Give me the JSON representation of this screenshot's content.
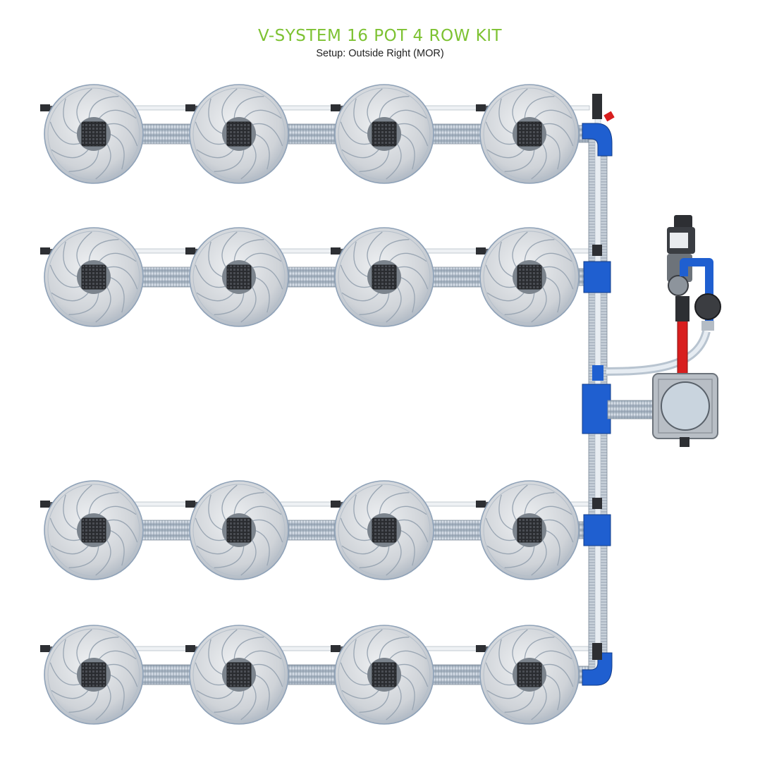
{
  "header": {
    "title": "V-SYSTEM 16 POT 4 ROW KIT",
    "subtitle": "Setup: Outside Right (MOR)"
  },
  "system": {
    "rows": 4,
    "pots_per_row": 4,
    "total_pots": 16,
    "supply_side": "right"
  },
  "colors": {
    "title_green": "#7dc232",
    "pot_body": "#d3d6da",
    "pot_edge": "#8fa2b8",
    "net_cup": "#3a3c40",
    "hose": "#b8c4d0",
    "fitting_blue": "#1f5fd0",
    "feed_red": "#d81e1e",
    "reservoir": "#c3c7cc"
  },
  "icons": {
    "pot": "pot-icon",
    "net_cup": "net-cup-icon",
    "pump": "pump-icon",
    "gauge": "pressure-gauge-icon",
    "reservoir": "reservoir-icon"
  }
}
